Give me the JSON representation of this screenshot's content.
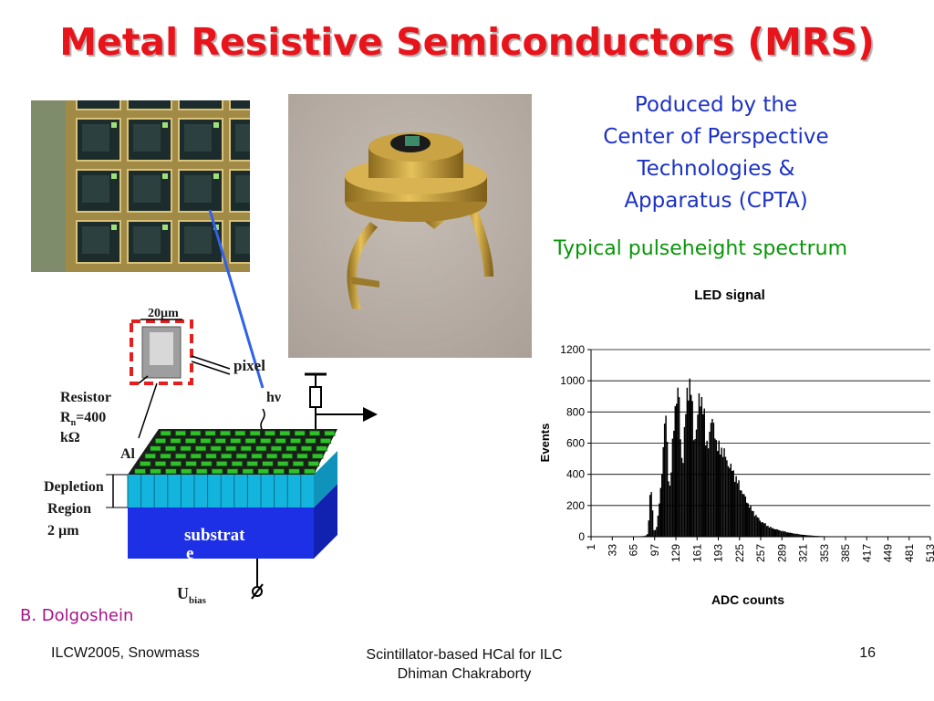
{
  "slide": {
    "title": "Metal Resistive Semiconductors (MRS)",
    "producer_lines": [
      "Poduced by the",
      "Center of Perspective",
      "Technologies &",
      "Apparatus (CPTA)"
    ],
    "subtitle": "Typical pulseheight spectrum",
    "author": "B. Dolgoshein"
  },
  "diagram": {
    "dimension_label": "20µm",
    "pixel_label": "pixel",
    "photon_label": "hν",
    "resistor_line1": "Resistor",
    "resistor_line2": "R",
    "resistor_sub": "n",
    "resistor_line2_rest": "=400",
    "resistor_line3": "kΩ",
    "al_label": "Al",
    "depletion_line1": "Depletion",
    "depletion_line2": "Region",
    "depletion_line3": "2 µm",
    "substrate_line1": "substrat",
    "substrate_line2": "e",
    "ubias_main": "U",
    "ubias_sub": "bias"
  },
  "chart_data": {
    "type": "bar",
    "title": "LED signal",
    "xlabel": "ADC counts",
    "ylabel": "Events",
    "ylim": [
      0,
      1200
    ],
    "yticks": [
      0,
      200,
      400,
      600,
      800,
      1000,
      1200
    ],
    "xticks": [
      1,
      33,
      65,
      97,
      129,
      161,
      193,
      225,
      257,
      289,
      321,
      353,
      385,
      417,
      449,
      481,
      513
    ],
    "grid": true,
    "series_color": "#000000",
    "profile": [
      [
        1,
        0
      ],
      [
        60,
        0
      ],
      [
        82,
        5
      ],
      [
        86,
        20
      ],
      [
        88,
        200
      ],
      [
        90,
        330
      ],
      [
        92,
        250
      ],
      [
        94,
        60
      ],
      [
        96,
        30
      ],
      [
        100,
        80
      ],
      [
        106,
        350
      ],
      [
        110,
        660
      ],
      [
        113,
        770
      ],
      [
        116,
        500
      ],
      [
        118,
        280
      ],
      [
        120,
        350
      ],
      [
        126,
        800
      ],
      [
        130,
        930
      ],
      [
        133,
        870
      ],
      [
        136,
        520
      ],
      [
        139,
        500
      ],
      [
        144,
        880
      ],
      [
        148,
        1000
      ],
      [
        152,
        900
      ],
      [
        155,
        640
      ],
      [
        158,
        650
      ],
      [
        163,
        860
      ],
      [
        166,
        900
      ],
      [
        170,
        830
      ],
      [
        173,
        600
      ],
      [
        176,
        590
      ],
      [
        182,
        740
      ],
      [
        186,
        720
      ],
      [
        190,
        560
      ],
      [
        196,
        570
      ],
      [
        202,
        520
      ],
      [
        208,
        460
      ],
      [
        214,
        420
      ],
      [
        220,
        360
      ],
      [
        228,
        290
      ],
      [
        236,
        220
      ],
      [
        246,
        150
      ],
      [
        256,
        100
      ],
      [
        270,
        60
      ],
      [
        285,
        40
      ],
      [
        300,
        25
      ],
      [
        320,
        12
      ],
      [
        340,
        5
      ],
      [
        360,
        2
      ],
      [
        380,
        0
      ],
      [
        513,
        0
      ]
    ]
  },
  "footer": {
    "left": "ILCW2005, Snowmass",
    "center_line1": "Scintillator-based HCal for ILC",
    "center_line2": "Dhiman Chakraborty",
    "page_number": "16"
  },
  "colors": {
    "title": "#e8141b",
    "producer": "#1c32c4",
    "subtitle": "#089608",
    "author": "#a8128a",
    "pointer_line": "#2f62e8",
    "depletion": "#13b5de",
    "substrate": "#1e30e6",
    "cell_green": "#2fc02a"
  }
}
